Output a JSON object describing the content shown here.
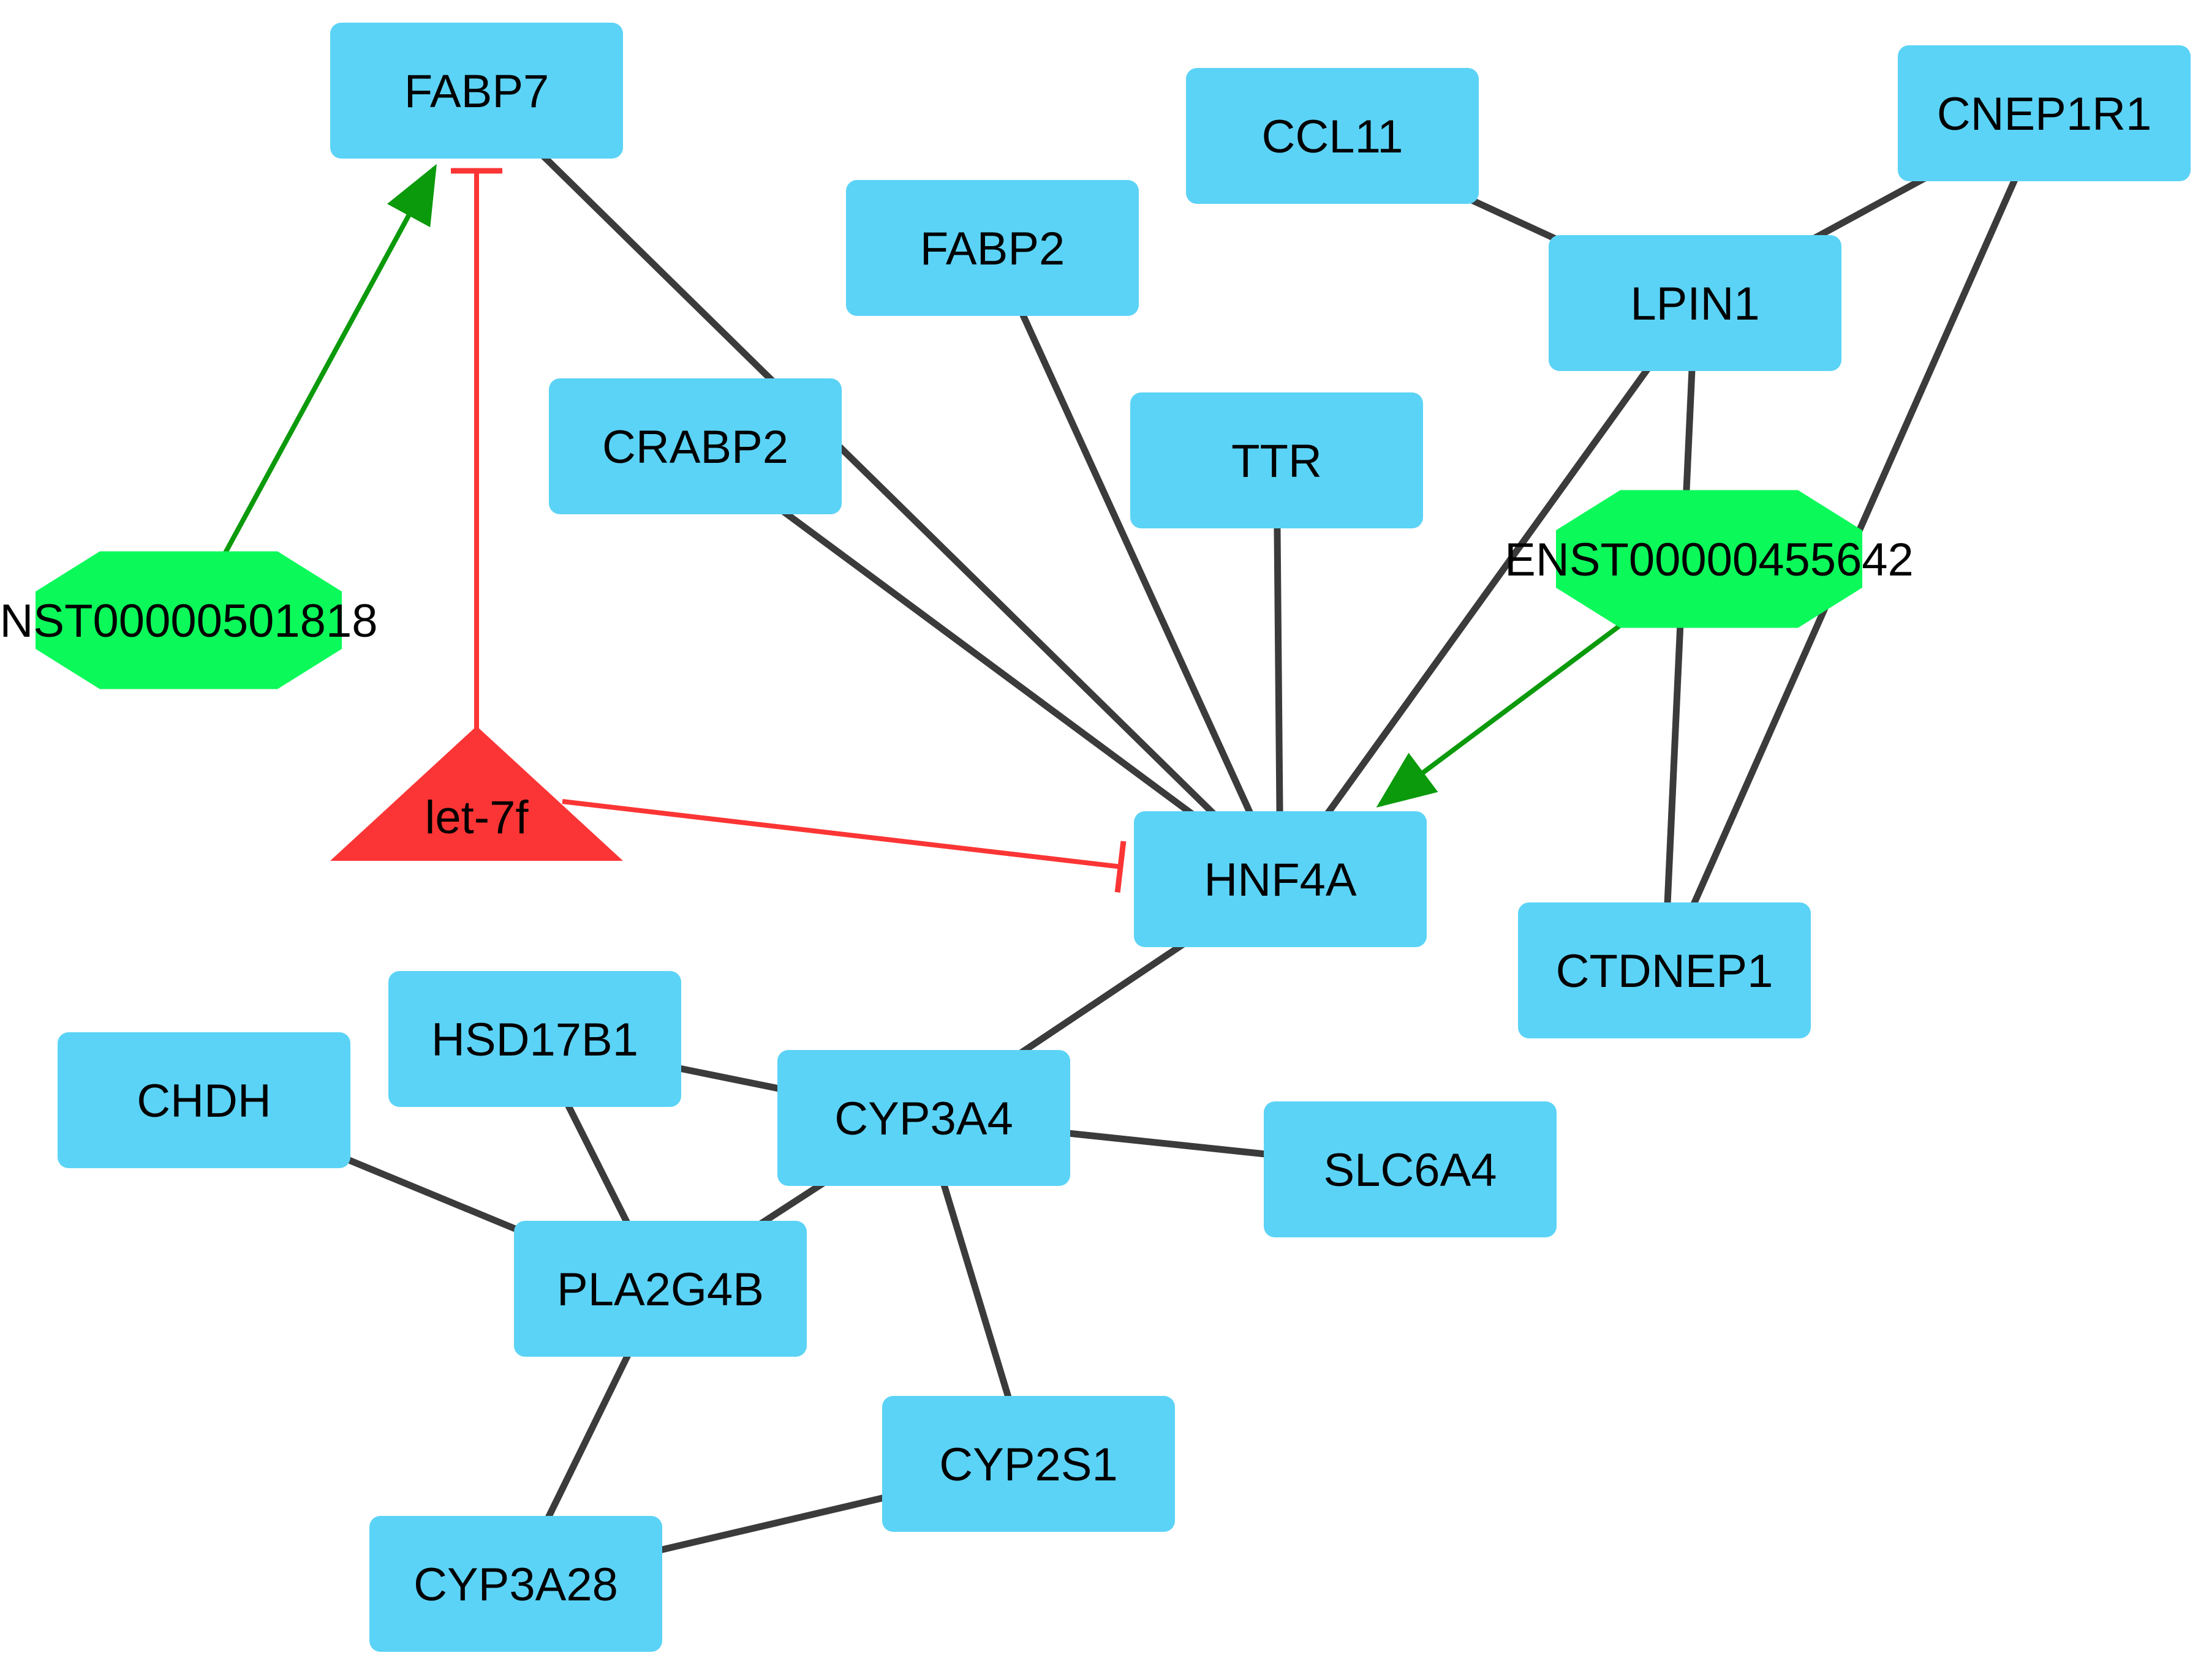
{
  "colors": {
    "gene_fill": "#5BD3F6",
    "lncrna_fill": "#0BFA5A",
    "mirna_fill": "#FB3535",
    "interaction_edge": "#3B3B3B",
    "activation_edge": "#0B9A0B",
    "inhibition_edge": "#FB3535",
    "label": "#000000"
  },
  "nodes": [
    {
      "id": "FABP7",
      "label": "FABP7",
      "kind": "gene"
    },
    {
      "id": "CCL11",
      "label": "CCL11",
      "kind": "gene"
    },
    {
      "id": "CNEP1R1",
      "label": "CNEP1R1",
      "kind": "gene"
    },
    {
      "id": "FABP2",
      "label": "FABP2",
      "kind": "gene"
    },
    {
      "id": "LPIN1",
      "label": "LPIN1",
      "kind": "gene"
    },
    {
      "id": "CRABP2",
      "label": "CRABP2",
      "kind": "gene"
    },
    {
      "id": "TTR",
      "label": "TTR",
      "kind": "gene"
    },
    {
      "id": "HNF4A",
      "label": "HNF4A",
      "kind": "gene"
    },
    {
      "id": "CTDNEP1",
      "label": "CTDNEP1",
      "kind": "gene"
    },
    {
      "id": "HSD17B1",
      "label": "HSD17B1",
      "kind": "gene"
    },
    {
      "id": "CHDH",
      "label": "CHDH",
      "kind": "gene"
    },
    {
      "id": "CYP3A4",
      "label": "CYP3A4",
      "kind": "gene"
    },
    {
      "id": "SLC6A4",
      "label": "SLC6A4",
      "kind": "gene"
    },
    {
      "id": "PLA2G4B",
      "label": "PLA2G4B",
      "kind": "gene"
    },
    {
      "id": "CYP2S1",
      "label": "CYP2S1",
      "kind": "gene"
    },
    {
      "id": "CYP3A28",
      "label": "CYP3A28",
      "kind": "gene"
    },
    {
      "id": "ENST00000501818",
      "label": "NST00000501818",
      "kind": "lncrna"
    },
    {
      "id": "ENST00000455642",
      "label": "ENST00000455642",
      "kind": "lncrna"
    },
    {
      "id": "let-7f",
      "label": "let-7f",
      "kind": "mirna"
    }
  ],
  "edges": [
    {
      "source": "FABP7",
      "target": "HNF4A",
      "type": "interaction"
    },
    {
      "source": "CRABP2",
      "target": "HNF4A",
      "type": "interaction"
    },
    {
      "source": "FABP2",
      "target": "HNF4A",
      "type": "interaction"
    },
    {
      "source": "TTR",
      "target": "HNF4A",
      "type": "interaction"
    },
    {
      "source": "LPIN1",
      "target": "HNF4A",
      "type": "interaction"
    },
    {
      "source": "CCL11",
      "target": "LPIN1",
      "type": "interaction"
    },
    {
      "source": "CNEP1R1",
      "target": "LPIN1",
      "type": "interaction"
    },
    {
      "source": "CNEP1R1",
      "target": "CTDNEP1",
      "type": "interaction"
    },
    {
      "source": "LPIN1",
      "target": "CTDNEP1",
      "type": "interaction"
    },
    {
      "source": "HNF4A",
      "target": "CYP3A4",
      "type": "interaction"
    },
    {
      "source": "HSD17B1",
      "target": "CYP3A4",
      "type": "interaction"
    },
    {
      "source": "CYP3A4",
      "target": "SLC6A4",
      "type": "interaction"
    },
    {
      "source": "CYP3A4",
      "target": "PLA2G4B",
      "type": "interaction"
    },
    {
      "source": "CYP3A4",
      "target": "CYP2S1",
      "type": "interaction"
    },
    {
      "source": "CHDH",
      "target": "PLA2G4B",
      "type": "interaction"
    },
    {
      "source": "HSD17B1",
      "target": "PLA2G4B",
      "type": "interaction"
    },
    {
      "source": "PLA2G4B",
      "target": "CYP3A28",
      "type": "interaction"
    },
    {
      "source": "CYP3A28",
      "target": "CYP2S1",
      "type": "interaction"
    },
    {
      "source": "ENST00000501818",
      "target": "FABP7",
      "type": "activation"
    },
    {
      "source": "ENST00000455642",
      "target": "HNF4A",
      "type": "activation"
    },
    {
      "source": "let-7f",
      "target": "FABP7",
      "type": "inhibition"
    },
    {
      "source": "let-7f",
      "target": "HNF4A",
      "type": "inhibition"
    }
  ]
}
